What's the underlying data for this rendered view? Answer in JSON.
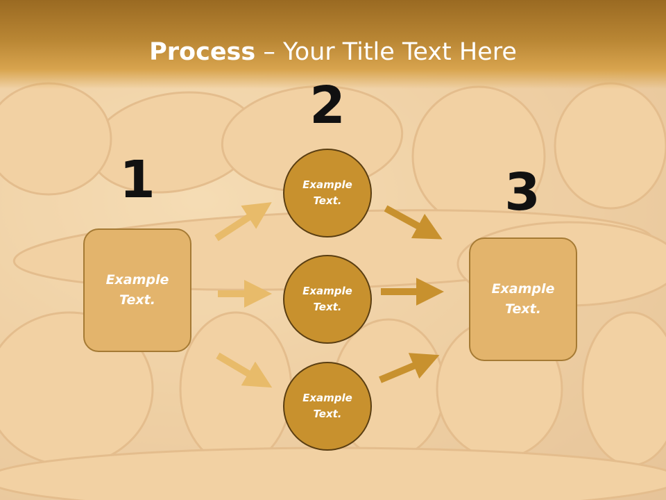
{
  "title": {
    "bold": "Process",
    "rest": " – Your Title Text Here"
  },
  "steps": [
    {
      "number": "1",
      "text": "Example Text."
    },
    {
      "number": "2",
      "text": [
        "Example Text.",
        "Example Text.",
        "Example Text."
      ]
    },
    {
      "number": "3",
      "text": "Example Text."
    }
  ],
  "colors": {
    "header": "#b98634",
    "box_fill": "#e3b46c",
    "circle_fill": "#c8912e",
    "circle_border": "#5a3e12",
    "arrow_light": "#e8bb6a",
    "arrow_dark": "#c8912e"
  }
}
